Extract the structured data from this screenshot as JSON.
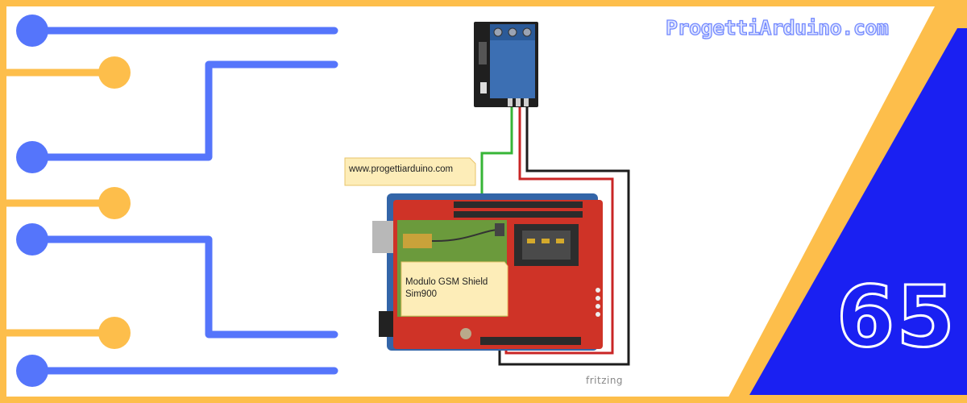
{
  "brand": {
    "text": "ProgettiArduino.com"
  },
  "episode": {
    "number": "65"
  },
  "diagram": {
    "url_note": "www.progettiarduino.com",
    "gsm_note_line1": "Modulo GSM Shield",
    "gsm_note_line2": "Sim900",
    "watermark": "fritzing"
  },
  "colors": {
    "frame": "#fdbe4b",
    "circuit_blue": "#5575fb",
    "circuit_orange": "#fdbe4b",
    "panel_blue": "#1a20f2",
    "arduino_blue": "#3365a8",
    "shield_red": "#cf3327",
    "module_green": "#6b9a3c",
    "note_yellow": "#fdedb8"
  }
}
